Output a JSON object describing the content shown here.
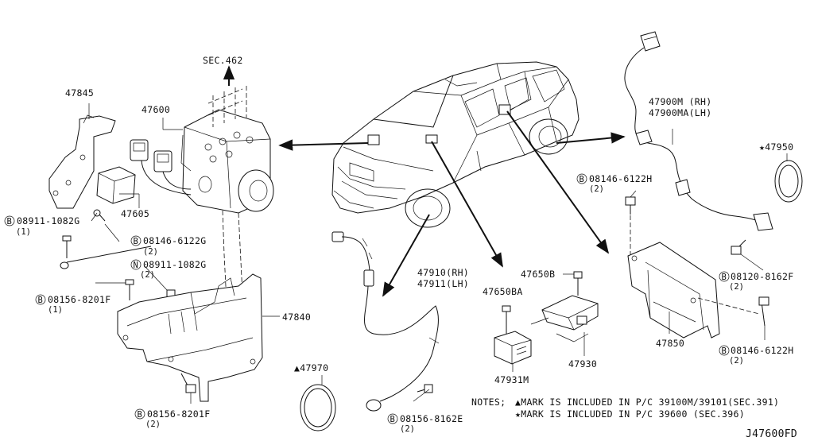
{
  "diagram": {
    "ref_code": "J47600FD",
    "sec_ref": "SEC.462",
    "parts": {
      "p47845": "47845",
      "p47600": "47600",
      "p47605": "47605",
      "p47840": "47840",
      "p47970": "▲47970",
      "p47910": "47910(RH)",
      "p47911": "47911(LH)",
      "p47650b": "47650B",
      "p47650ba": "47650BA",
      "p47931m": "47931M",
      "p47930": "47930",
      "p47900m": "47900M (RH)",
      "p47900ma": "47900MA(LH)",
      "p47950": "★47950",
      "p47850": "47850"
    },
    "fasteners": {
      "f1": {
        "mark": "B",
        "code": "08911-1082G",
        "qty": "(1)"
      },
      "f2": {
        "mark": "B",
        "code": "08146-6122G",
        "qty": "(2)"
      },
      "f3": {
        "mark": "N",
        "code": "08911-1082G",
        "qty": "(2)"
      },
      "f4": {
        "mark": "B",
        "code": "08156-8201F",
        "qty": "(1)"
      },
      "f5": {
        "mark": "B",
        "code": "08156-8201F",
        "qty": "(2)"
      },
      "f6": {
        "mark": "B",
        "code": "08156-8162E",
        "qty": "(2)"
      },
      "f7": {
        "mark": "B",
        "code": "08146-6122H",
        "qty": "(2)"
      },
      "f8": {
        "mark": "B",
        "code": "08120-8162F",
        "qty": "(2)"
      },
      "f9": {
        "mark": "B",
        "code": "08146-6122H",
        "qty": "(2)"
      }
    },
    "notes": {
      "label": "NOTES;",
      "line1": "▲MARK IS INCLUDED IN P/C 39100M/39101(SEC.391)",
      "line2": "★MARK IS INCLUDED IN P/C 39600 (SEC.396)"
    }
  }
}
